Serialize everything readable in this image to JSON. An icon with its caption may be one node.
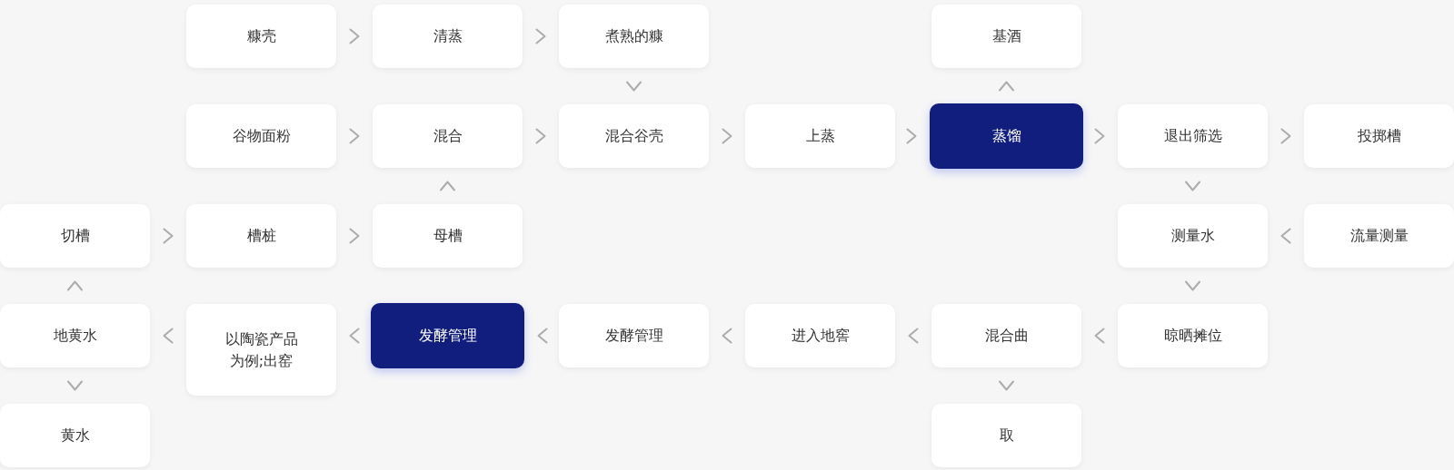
{
  "diagram": {
    "nodes": [
      {
        "text": [
          "糠壳"
        ]
      },
      {
        "text": [
          "清蒸"
        ]
      },
      {
        "text": [
          "煮熟的糠"
        ]
      },
      {
        "text": [
          "基酒"
        ]
      },
      {
        "text": [
          "谷物面粉"
        ]
      },
      {
        "text": [
          "混合"
        ]
      },
      {
        "text": [
          "混合谷壳"
        ]
      },
      {
        "text": [
          "上蒸"
        ]
      },
      {
        "text": [
          "蒸馏"
        ]
      },
      {
        "text": [
          "退出筛选"
        ]
      },
      {
        "text": [
          "投掷槽"
        ]
      },
      {
        "text": [
          "切槽"
        ]
      },
      {
        "text": [
          "槽桩"
        ]
      },
      {
        "text": [
          "母槽"
        ]
      },
      {
        "text": [
          "测量水"
        ]
      },
      {
        "text": [
          "流量测量"
        ]
      },
      {
        "text": [
          "地黄水"
        ]
      },
      {
        "text": [
          "以陶瓷产品为例;出窑"
        ]
      },
      {
        "text": [
          "发酵管理"
        ]
      },
      {
        "text": [
          "发酵管理"
        ]
      },
      {
        "text": [
          "进入地窖"
        ]
      },
      {
        "text": [
          "混合曲"
        ]
      },
      {
        "text": [
          "晾晒摊位"
        ]
      },
      {
        "text": [
          "黄水"
        ]
      },
      {
        "text": [
          "取"
        ]
      }
    ],
    "edges": [
      {
        "from": 0,
        "to": 1,
        "arrow": "to"
      },
      {
        "from": 1,
        "to": 2,
        "arrow": "to"
      },
      {
        "from": 2,
        "to": 6,
        "arrow": "to"
      },
      {
        "from": 4,
        "to": 5,
        "arrow": "to"
      },
      {
        "from": 5,
        "to": 6,
        "arrow": "to"
      },
      {
        "from": 6,
        "to": 7,
        "arrow": "to"
      },
      {
        "from": 7,
        "to": 8,
        "arrow": "to"
      },
      {
        "from": 8,
        "to": 3,
        "arrow": "to"
      },
      {
        "from": 8,
        "to": 9,
        "arrow": "to"
      },
      {
        "from": 9,
        "to": 10,
        "arrow": "to"
      },
      {
        "from": 9,
        "to": 14,
        "arrow": "to"
      },
      {
        "from": 15,
        "to": 14,
        "arrow": "to"
      },
      {
        "from": 14,
        "to": 22,
        "arrow": "to"
      },
      {
        "from": 22,
        "to": 21,
        "arrow": "to"
      },
      {
        "from": 21,
        "to": 24,
        "arrow": "to"
      },
      {
        "from": 21,
        "to": 20,
        "arrow": "to"
      },
      {
        "from": 20,
        "to": 19,
        "arrow": "to"
      },
      {
        "from": 19,
        "to": 18,
        "arrow": "to"
      },
      {
        "from": 18,
        "to": 17,
        "arrow": "to"
      },
      {
        "from": 17,
        "to": 16,
        "arrow": "to"
      },
      {
        "from": 16,
        "to": 11,
        "arrow": "to"
      },
      {
        "from": 16,
        "to": 23,
        "arrow": "to"
      },
      {
        "from": 11,
        "to": 12,
        "arrow": "to"
      },
      {
        "from": 12,
        "to": 13,
        "arrow": "to"
      },
      {
        "from": 13,
        "to": 5,
        "arrow": "to"
      }
    ]
  }
}
